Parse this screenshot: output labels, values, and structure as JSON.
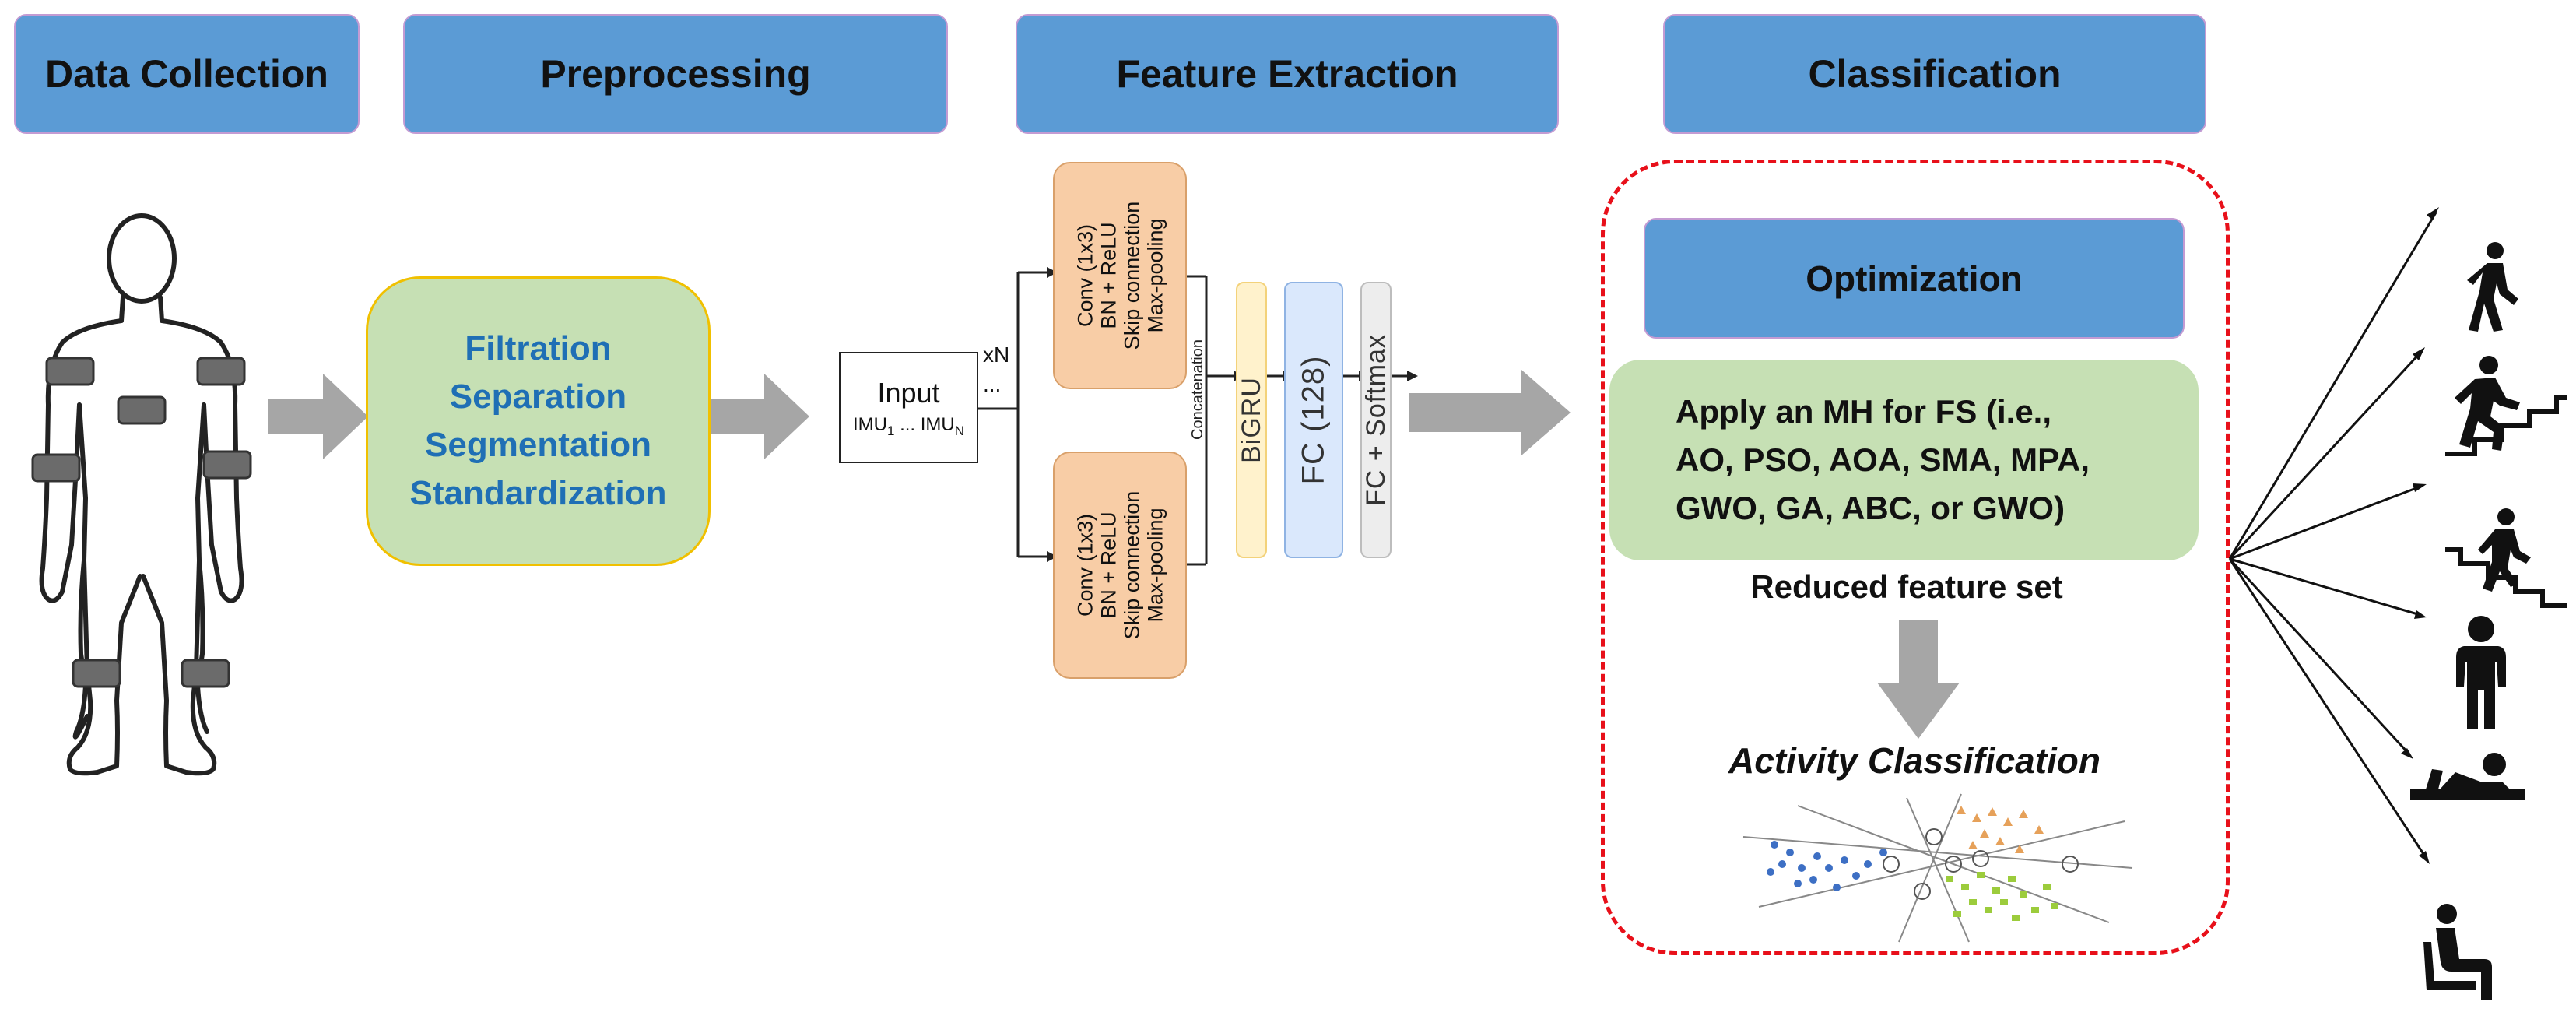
{
  "stages": {
    "data_collection": "Data Collection",
    "preprocessing": "Preprocessing",
    "feature_extraction": "Feature Extraction",
    "classification": "Classification"
  },
  "preprocessing_steps": [
    "Filtration",
    "Separation",
    "Segmentation",
    "Standardization"
  ],
  "network": {
    "input_label": "Input",
    "input_range_first": "IMU",
    "input_range_first_sub": "1",
    "input_range_sep": " ... ",
    "input_range_last": "IMU",
    "input_range_last_sub": "N",
    "repeat_label": "xN",
    "ellipsis": "...",
    "conv_block": [
      "Conv (1x3)",
      "BN + ReLU",
      "Skip connection",
      "Max-pooling"
    ],
    "concat_label": "Concatenation",
    "bigru_label": "BiGRU",
    "fc_label": "FC (128)",
    "softmax_label": "FC + Softmax"
  },
  "classification": {
    "optimization_label": "Optimization",
    "mh_lines": [
      "Apply an MH for FS (i.e.,",
      "AO, PSO, AOA, SMA, MPA,",
      "GWO, GA, ABC, or GWO)"
    ],
    "reduced_label": "Reduced feature set",
    "activity_label": "Activity Classification"
  },
  "activities": [
    "walking-icon",
    "upstairs-icon",
    "downstairs-icon",
    "standing-icon",
    "lying-icon",
    "sitting-icon"
  ],
  "colors": {
    "stage_header": "#5b9bd5",
    "green_box": "#c6e0b4",
    "blue_text": "#1f6fb5",
    "conv_block": "#f8cda6",
    "bigru_bar": "#fff2cc",
    "fc_bar": "#dae8fc",
    "softmax_bar": "#ededed",
    "dashed_border": "#e8101a",
    "arrow_gray": "#a6a6a6"
  }
}
